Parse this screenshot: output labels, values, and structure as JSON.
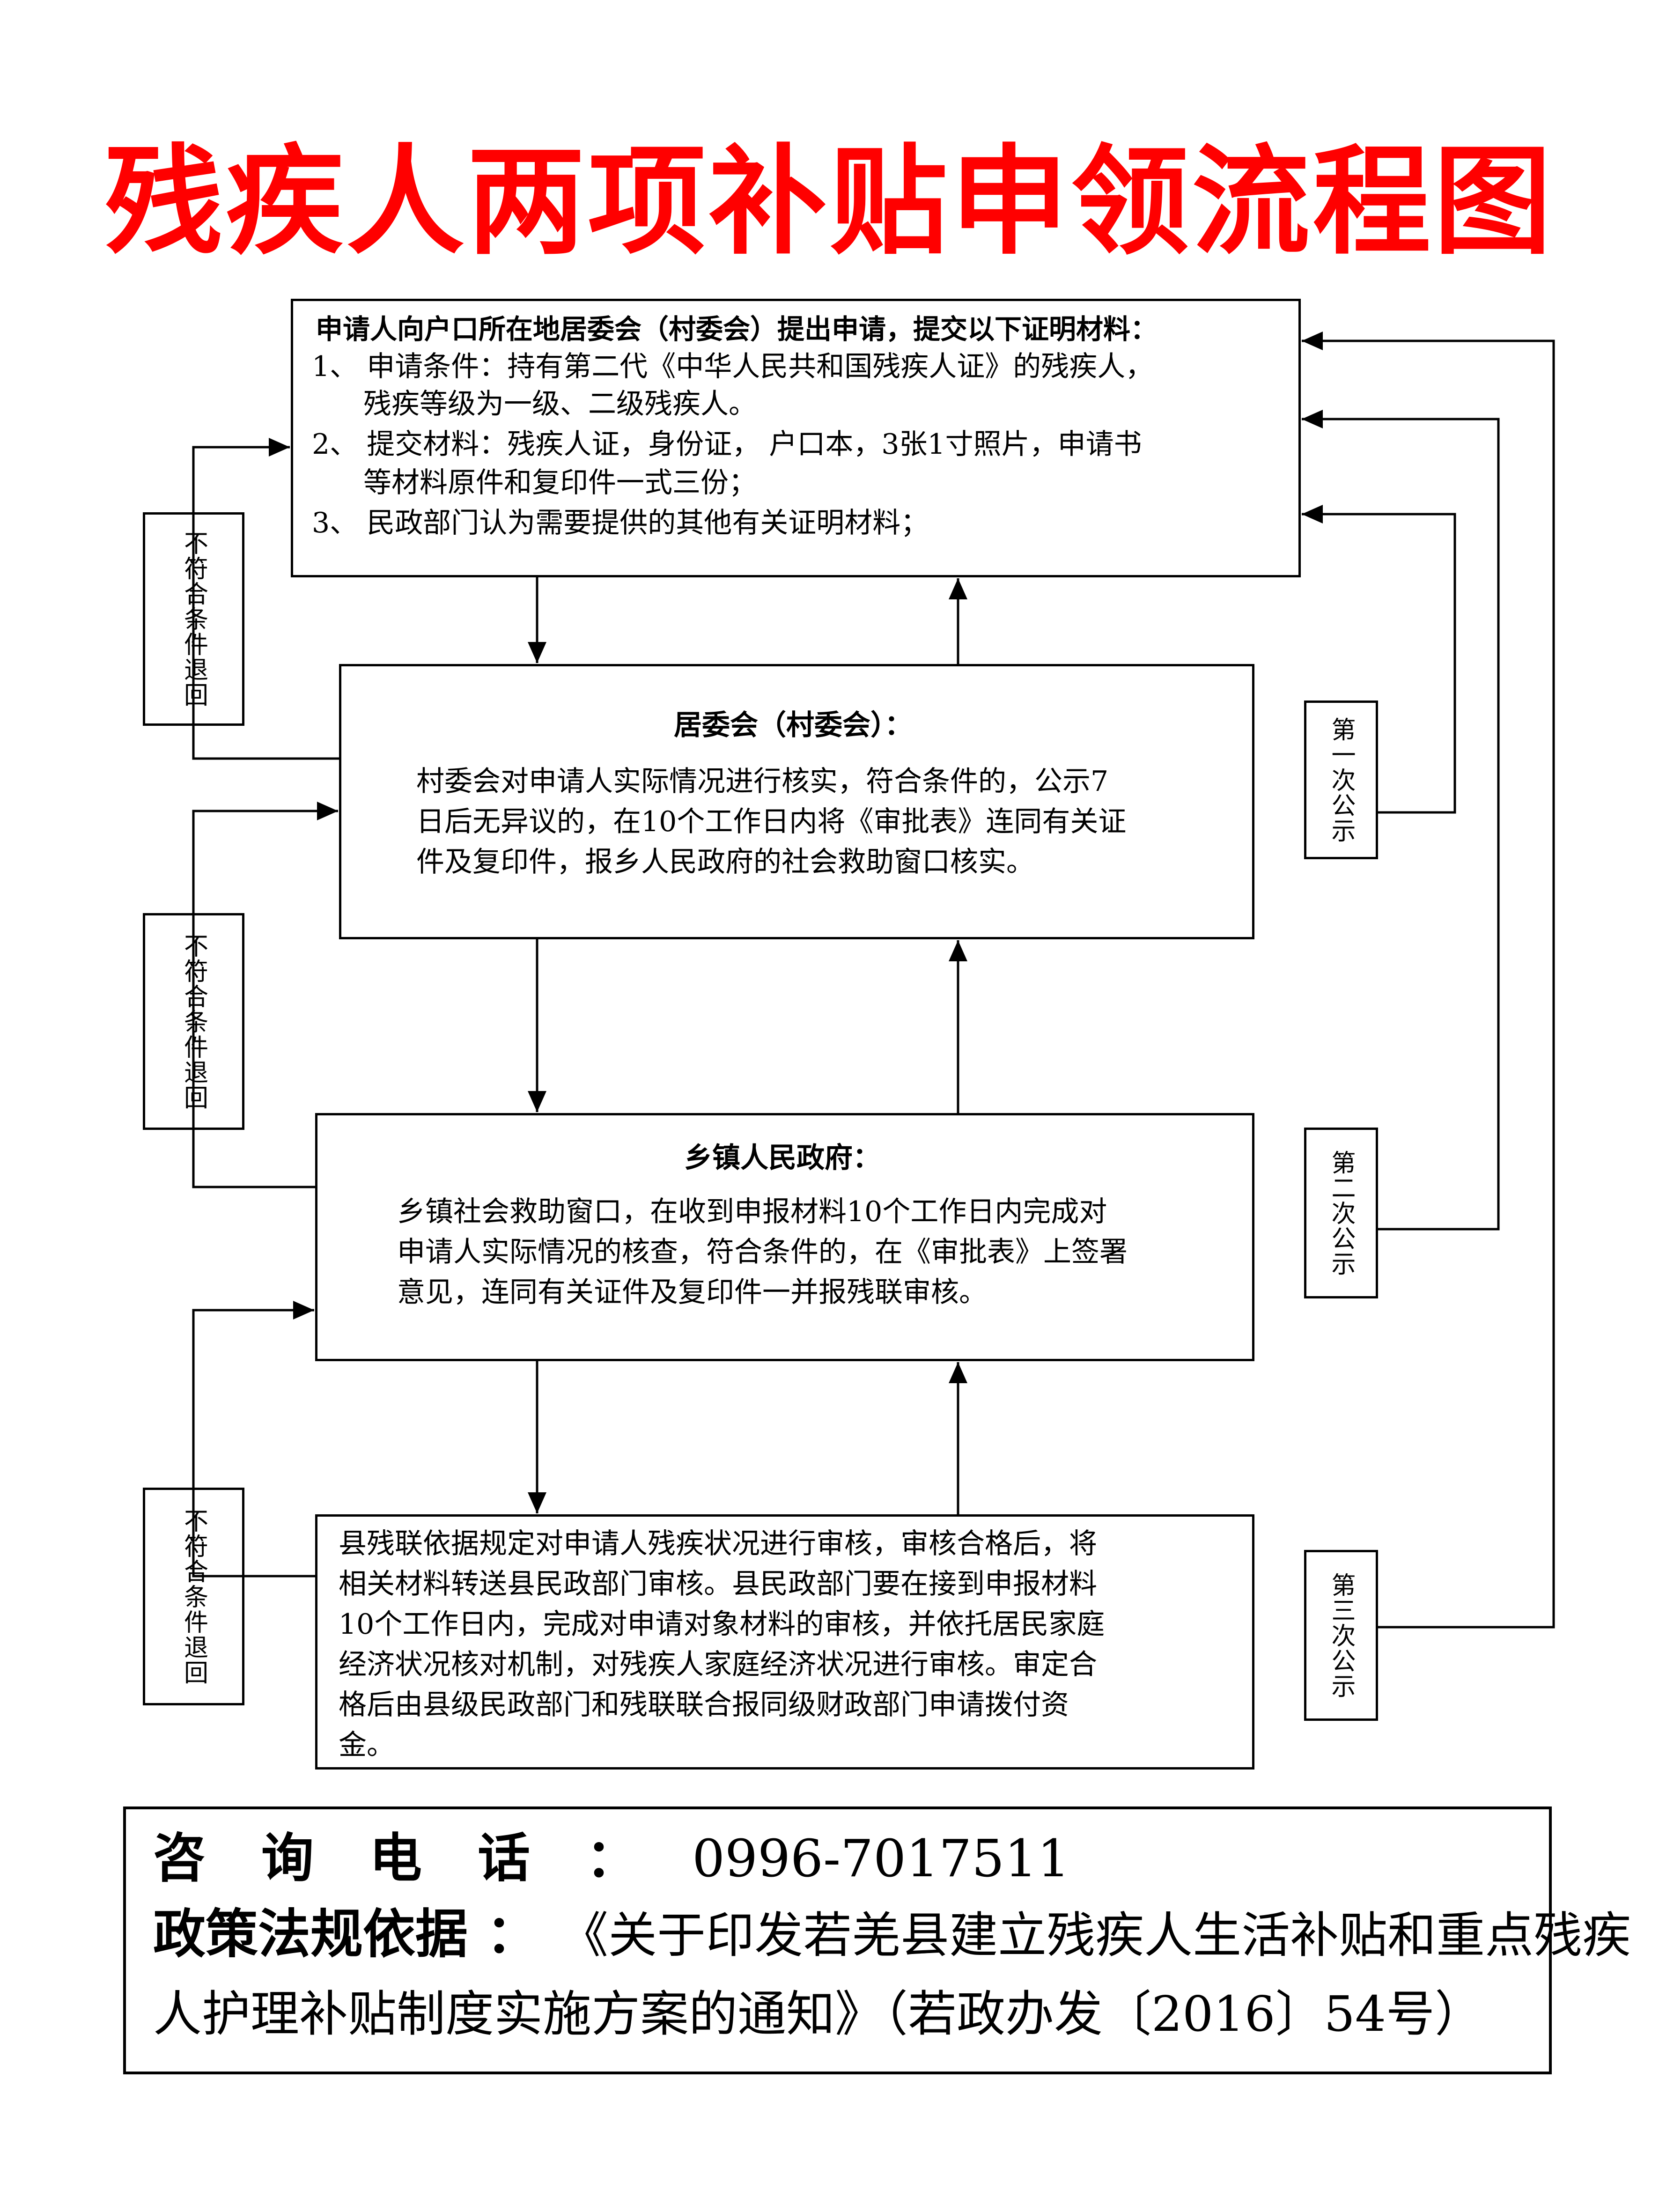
{
  "title": "残疾人两项补贴申领流程图",
  "boxes": {
    "apply": {
      "heading": "申请人向户口所在地居委会（村委会）提出申请，提交以下证明材料：",
      "lines": [
        "1、 申请条件：持有第二代《中华人民共和国残疾人证》的残疾人，",
        "残疾等级为一级、二级残疾人。",
        "2、 提交材料：残疾人证，身份证， 户口本，3张1寸照片，申请书",
        "等材料原件和复印件一式三份；",
        "3、 民政部门认为需要提供的其他有关证明材料；"
      ]
    },
    "committee": {
      "heading": "居委会（村委会）：",
      "lines": [
        "村委会对申请人实际情况进行核实，符合条件的，公示7",
        "日后无异议的，在10个工作日内将《审批表》连同有关证",
        "件及复印件，报乡人民政府的社会救助窗口核实。"
      ]
    },
    "township": {
      "heading": "乡镇人民政府：",
      "lines": [
        "乡镇社会救助窗口，在收到申报材料10个工作日内完成对",
        "申请人实际情况的核查，符合条件的，在《审批表》上签署",
        "意见，连同有关证件及复印件一并报残联审核。"
      ]
    },
    "county": {
      "lines": [
        "县残联依据规定对申请人残疾状况进行审核，审核合格后，将",
        "相关材料转送县民政部门审核。县民政部门要在接到申报材料",
        "10个工作日内，完成对申请对象材料的审核，并依托居民家庭",
        "经济状况核对机制，对残疾人家庭经济状况进行审核。审定合",
        "格后由县级民政部门和残联联合报同级财政部门申请拨付资",
        "金。"
      ]
    }
  },
  "side_labels": {
    "reject_1": "不符合条件退回",
    "reject_2": "不符合条件退回",
    "reject_3": "不符合条件退回",
    "notice_1": "第一次公示",
    "notice_2": "第二次公示",
    "notice_3": "第三次公示"
  },
  "contact": {
    "phone_label": "咨 询 电 话 ：",
    "phone_value": "0996-7017511",
    "policy_label": "政策法规依据 ：",
    "policy_value_1": "《关于印发若羌县建立残疾人生活补贴和重点残疾",
    "policy_value_2": "人护理补贴制度实施方案的通知》（若政办发〔2016〕54号）"
  },
  "colors": {
    "title": "#ff0000",
    "line": "#000000",
    "background": "#ffffff"
  }
}
